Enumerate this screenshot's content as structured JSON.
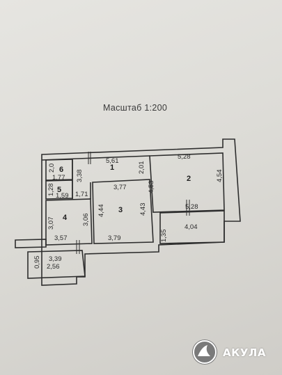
{
  "scale_label": "Масштаб  1:200",
  "rooms": [
    {
      "num": "1"
    },
    {
      "num": "2"
    },
    {
      "num": "3"
    },
    {
      "num": "4"
    },
    {
      "num": "5"
    },
    {
      "num": "6"
    }
  ],
  "dimensions": {
    "d561": "5,61",
    "d528a": "5,28",
    "d201": "2,01",
    "d454": "4,54",
    "d453": "4,53",
    "d377": "3,77",
    "d528b": "5,28",
    "d404": "4,04",
    "d135": "1,35",
    "d443": "4,43",
    "d444": "4,44",
    "d306": "3,06",
    "d307": "3,07",
    "d357": "3,57",
    "d379": "3,79",
    "d20": "2,0",
    "d177": "1,77",
    "d338": "3,38",
    "d128": "1,28",
    "d159": "1,59",
    "d171": "1,71",
    "d095": "0,95",
    "d339": "3,39",
    "d256": "2,56"
  },
  "logo": {
    "text": "АКУЛА",
    "icon": "shark-fin-icon"
  }
}
